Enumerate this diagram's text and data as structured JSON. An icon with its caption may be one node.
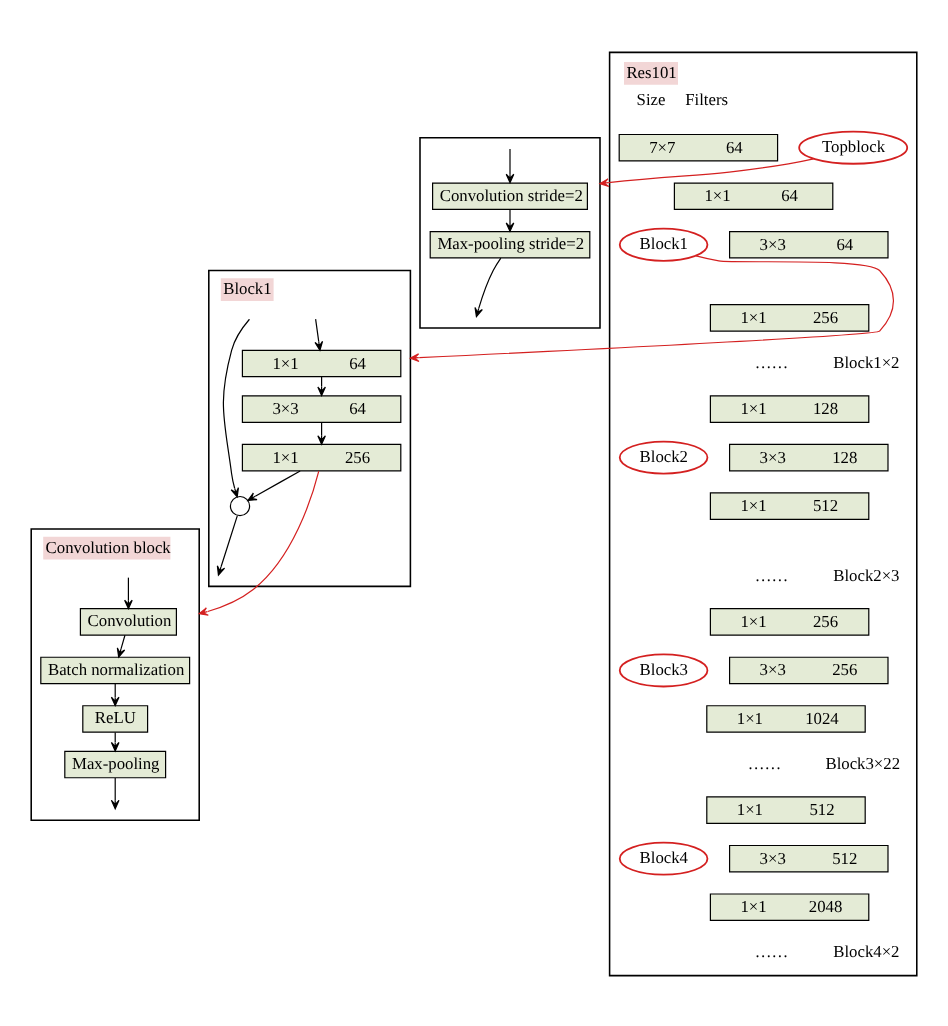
{
  "diagram": {
    "nodes": [
      {
        "text": [
          "Res101",
          "Size",
          "Filters"
        ]
      },
      {
        "text": [
          "7×7",
          "64"
        ],
        "in": 0
      },
      {
        "text": [
          "Topblock"
        ],
        "in": 0
      },
      {
        "text": [
          "1×1",
          "64"
        ],
        "in": 0
      },
      {
        "text": [
          "3×3",
          "64"
        ],
        "in": 0
      },
      {
        "text": [
          "1×1",
          "256"
        ],
        "in": 0
      },
      {
        "text": [
          "Block1"
        ],
        "in": 0
      },
      {
        "text": [
          "1×1",
          "128"
        ],
        "in": 0
      },
      {
        "text": [
          "3×3",
          "128"
        ],
        "in": 0
      },
      {
        "text": [
          "1×1",
          "512"
        ],
        "in": 0
      },
      {
        "text": [
          "Block2"
        ],
        "in": 0
      },
      {
        "text": [
          "1×1",
          "256"
        ],
        "in": 0
      },
      {
        "text": [
          "3×3",
          "256"
        ],
        "in": 0
      },
      {
        "text": [
          "1×1",
          "1024"
        ],
        "in": 0
      },
      {
        "text": [
          "Block3"
        ],
        "in": 0
      },
      {
        "text": [
          "1×1",
          "512"
        ],
        "in": 0
      },
      {
        "text": [
          "3×3",
          "512"
        ],
        "in": 0
      },
      {
        "text": [
          "1×1",
          "2048"
        ],
        "in": 0
      },
      {
        "text": [
          "Block4"
        ],
        "in": 0
      },
      {
        "text": [],
        "shape": "box"
      },
      {
        "text": [
          "Convolution stride=2"
        ],
        "in": 19
      },
      {
        "text": [
          "Max-pooling stride=2"
        ],
        "in": 19
      },
      {
        "text": [
          "Block1"
        ]
      },
      {
        "text": [
          "1×1",
          "64"
        ],
        "in": 22
      },
      {
        "text": [
          "3×3",
          "64"
        ],
        "in": 22
      },
      {
        "text": [
          "1×1",
          "256"
        ],
        "in": 22
      },
      {
        "text": [],
        "shape": "circle",
        "in": 22
      },
      {
        "text": [
          "Convolution block"
        ]
      },
      {
        "text": [
          "Convolution"
        ],
        "in": 27
      },
      {
        "text": [
          "Batch normalization"
        ],
        "in": 27
      },
      {
        "text": [
          "ReLU"
        ],
        "in": 27
      },
      {
        "text": [
          "Max-pooling"
        ],
        "in": 27
      }
    ],
    "edges": [
      {
        "from": 2,
        "to": 19,
        "arrow": "to",
        "color": "#d42020"
      },
      {
        "from": 6,
        "to": 22,
        "arrow": "to",
        "color": "#d42020"
      },
      {
        "from": 25,
        "to": 27,
        "arrow": "to",
        "color": "#d42020"
      },
      {
        "from": 19,
        "to": 20,
        "arrow": "to"
      },
      {
        "from": 20,
        "to": 21,
        "arrow": "to"
      },
      {
        "from": 21,
        "to": 19,
        "arrow": "to"
      },
      {
        "from": null,
        "to": 23,
        "arrow": "to"
      },
      {
        "from": 23,
        "to": 24,
        "arrow": "to"
      },
      {
        "from": 24,
        "to": 25,
        "arrow": "to"
      },
      {
        "from": 25,
        "to": 26,
        "arrow": "to"
      },
      {
        "from": null,
        "to": 26,
        "arrow": "to"
      },
      {
        "from": 26,
        "to": 22,
        "arrow": "to"
      },
      {
        "from": null,
        "to": 28,
        "arrow": "to"
      },
      {
        "from": 28,
        "to": 29,
        "arrow": "to"
      },
      {
        "from": 29,
        "to": 30,
        "arrow": "to"
      },
      {
        "from": 30,
        "to": 31,
        "arrow": "to"
      },
      {
        "from": 31,
        "to": 27,
        "arrow": "to"
      }
    ],
    "labels": [
      "……",
      "Block1×2",
      "……",
      "Block2×3",
      "……",
      "Block3×22",
      "……",
      "Block4×2"
    ]
  }
}
